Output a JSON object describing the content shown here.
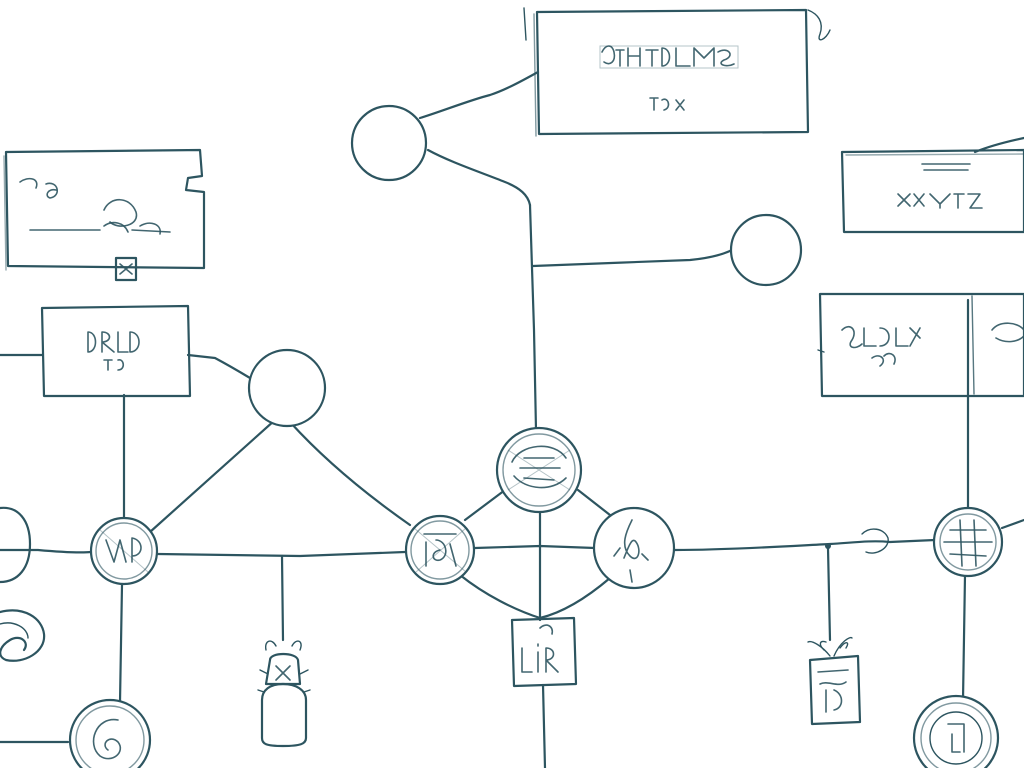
{
  "colors": {
    "background": "#ffffff",
    "ink": "#2d5560"
  },
  "boxes": [
    {
      "id": "box-top-center",
      "has_text": true
    },
    {
      "id": "box-left-upper",
      "has_text": true
    },
    {
      "id": "box-left-middle",
      "has_text": true
    },
    {
      "id": "box-right-upper",
      "has_text": true
    },
    {
      "id": "box-right-middle",
      "has_text": true
    },
    {
      "id": "box-bottom-center",
      "has_text": true
    }
  ],
  "nodes": [
    {
      "id": "node-top-left",
      "style": "plain"
    },
    {
      "id": "node-top-right",
      "style": "plain"
    },
    {
      "id": "node-middle-left",
      "style": "plain"
    },
    {
      "id": "node-hub-center",
      "style": "scribbled"
    },
    {
      "id": "node-junction-left",
      "style": "scribbled"
    },
    {
      "id": "node-junction-center",
      "style": "scribbled"
    },
    {
      "id": "node-junction-right",
      "style": "scribbled"
    },
    {
      "id": "node-junction-far-right",
      "style": "scribbled"
    },
    {
      "id": "node-bottom-left",
      "style": "scribbled"
    },
    {
      "id": "node-bottom-right",
      "style": "scribbled"
    }
  ],
  "icons": [
    {
      "id": "bug-icon"
    },
    {
      "id": "plant-pot-icon"
    },
    {
      "id": "swirl-icon"
    }
  ]
}
